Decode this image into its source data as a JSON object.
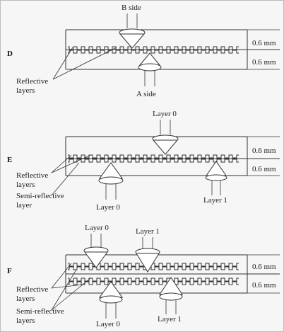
{
  "panels": {
    "d": {
      "letter": "D",
      "top_beam_label": "B side",
      "bottom_beam_label": "A side",
      "thickness_top": "0.6 mm",
      "thickness_bottom": "0.6 mm",
      "callout_1": "Reflective",
      "callout_1b": "layers"
    },
    "e": {
      "letter": "E",
      "top_beam_label": "Layer 0",
      "bottom_beam_label_left": "Layer 0",
      "bottom_beam_label_right": "Layer 1",
      "thickness_top": "0.6 mm",
      "thickness_bottom": "0.6 mm",
      "callout_1": "Reflective",
      "callout_1b": "layers",
      "callout_2": "Semi-reflective",
      "callout_2b": "layer"
    },
    "f": {
      "letter": "F",
      "top_beam_label_left": "Layer 0",
      "top_beam_label_right": "Layer 1",
      "bottom_beam_label_left": "Layer 0",
      "bottom_beam_label_right": "Layer 1",
      "thickness_top": "0.6 mm",
      "thickness_bottom": "0.6 mm",
      "callout_1": "Reflective",
      "callout_1b": "layers",
      "callout_2": "Semi-reflective",
      "callout_2b": "layers"
    }
  }
}
